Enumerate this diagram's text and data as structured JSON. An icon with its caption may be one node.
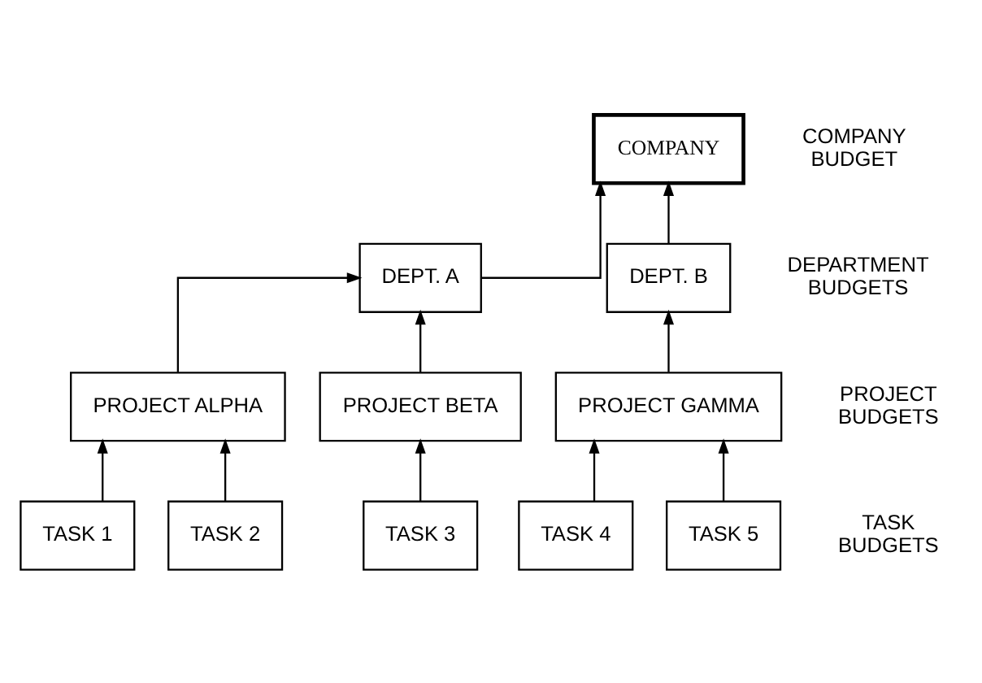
{
  "diagram": {
    "nodes": [
      {
        "text": [
          "COMPANY"
        ]
      },
      {
        "text": [
          "DEPT. A"
        ]
      },
      {
        "text": [
          "DEPT. B"
        ]
      },
      {
        "text": [
          "PROJECT ALPHA"
        ]
      },
      {
        "text": [
          "PROJECT BETA"
        ]
      },
      {
        "text": [
          "PROJECT GAMMA"
        ]
      },
      {
        "text": [
          "TASK 1"
        ]
      },
      {
        "text": [
          "TASK 2"
        ]
      },
      {
        "text": [
          "TASK 3"
        ]
      },
      {
        "text": [
          "TASK 4"
        ]
      },
      {
        "text": [
          "TASK 5"
        ]
      }
    ],
    "edges": [
      {
        "from": 1,
        "to": 0,
        "arrow": "to"
      },
      {
        "from": 2,
        "to": 0,
        "arrow": "to"
      },
      {
        "from": 3,
        "to": 1,
        "arrow": "to"
      },
      {
        "from": 4,
        "to": 1,
        "arrow": "to"
      },
      {
        "from": 5,
        "to": 2,
        "arrow": "to"
      },
      {
        "from": 6,
        "to": 3,
        "arrow": "to"
      },
      {
        "from": 7,
        "to": 3,
        "arrow": "to"
      },
      {
        "from": 8,
        "to": 4,
        "arrow": "to"
      },
      {
        "from": 9,
        "to": 5,
        "arrow": "to"
      },
      {
        "from": 10,
        "to": 5,
        "arrow": "to"
      }
    ],
    "labels": [
      "COMPANY BUDGET",
      "DEPARTMENT BUDGETS",
      "PROJECT BUDGETS",
      "TASK BUDGETS"
    ]
  }
}
